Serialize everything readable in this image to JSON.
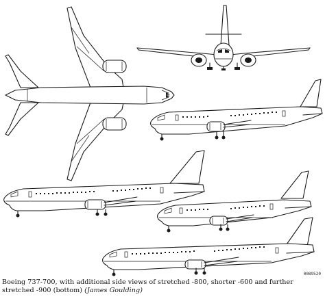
{
  "caption": {
    "text": "Boeing 737-700, with additional side views of stretched -800, shorter -600 and further stretched -900 (bottom)",
    "credit": "(James Goulding)"
  },
  "reference_code": "0089520",
  "views": [
    {
      "name": "plan view",
      "model": "737-700"
    },
    {
      "name": "front view",
      "model": "737-700"
    },
    {
      "name": "side view",
      "model": "737-700"
    },
    {
      "name": "side view",
      "model": "737-800"
    },
    {
      "name": "side view",
      "model": "737-600"
    },
    {
      "name": "side view",
      "model": "737-900"
    }
  ]
}
